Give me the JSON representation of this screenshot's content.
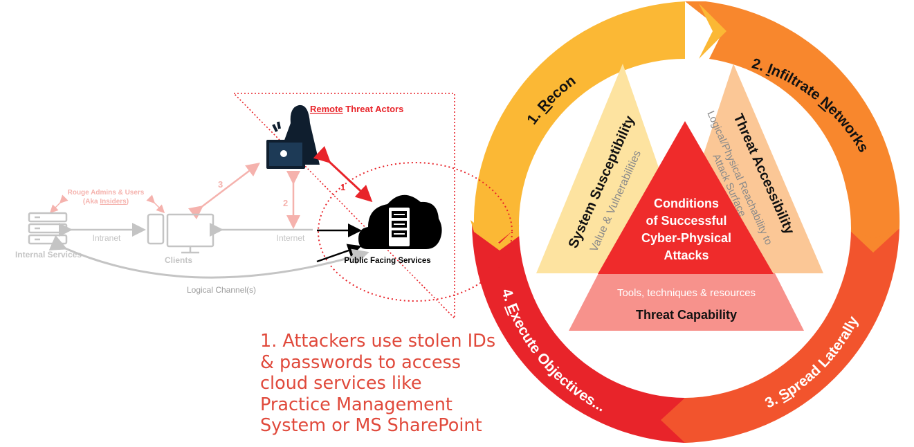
{
  "network": {
    "remote_threat_actors_underlined": "Remote",
    "remote_threat_actors_rest": " Threat Actors",
    "rouge_admins": "Rouge Admins & Users",
    "aka_insiders_prefix": "(Aka ",
    "aka_insiders_underlined": "Insiders",
    "aka_insiders_suffix": ")",
    "internal_services": "Internal Services",
    "clients": "Clients",
    "public_facing_services": "Public Facing Services",
    "intranet": "Intranet",
    "internet": "Internet",
    "logical_channels": "Logical Channel(s)",
    "path_1": "1",
    "path_2": "2",
    "path_3": "3"
  },
  "caption": {
    "lines": [
      "1. Attackers use stolen IDs",
      "& passwords to access",
      "cloud services like",
      "Practice Management",
      "System or MS SharePoint"
    ]
  },
  "cycle": {
    "step1_prefix": "1. ",
    "step1_underlined": "R",
    "step1_rest": "econ",
    "step2_prefix": "2. ",
    "step2_underlined": "I",
    "step2_rest": "nfiltrate ",
    "step2_underlined_b": "N",
    "step2_rest_b": "etworks",
    "step3_prefix": "3. ",
    "step3_underlined": "S",
    "step3_rest": "pread Laterally",
    "step4_prefix": "4. ",
    "step4_underlined": "E",
    "step4_rest": "xecute Objectives..."
  },
  "triangle": {
    "left_title": "System Susceptibility",
    "left_sub": "Value & Vulnerabilities",
    "right_title": "Threat Accessibility",
    "right_sub_1": "Logical/Physical Reachability to",
    "right_sub_2": "Attack Surface",
    "center_1": "Conditions",
    "center_2": "of Successful",
    "center_3": "Cyber-Physical",
    "center_4": "Attacks",
    "bottom_sub": "Tools, techniques & resources",
    "bottom_title": "Threat Capability"
  },
  "colors": {
    "orange_yellow": "#fbb835",
    "orange": "#f8872d",
    "red_orange": "#f2542d",
    "red": "#e8242a",
    "triangle_left": "#fde3a0",
    "triangle_right": "#fbc796",
    "triangle_center": "#ef2b2b",
    "triangle_bottom": "#f7928c",
    "caption": "#e0493b",
    "faded_gray": "#c4c4c4",
    "faded_pink": "#f5b2ad"
  }
}
